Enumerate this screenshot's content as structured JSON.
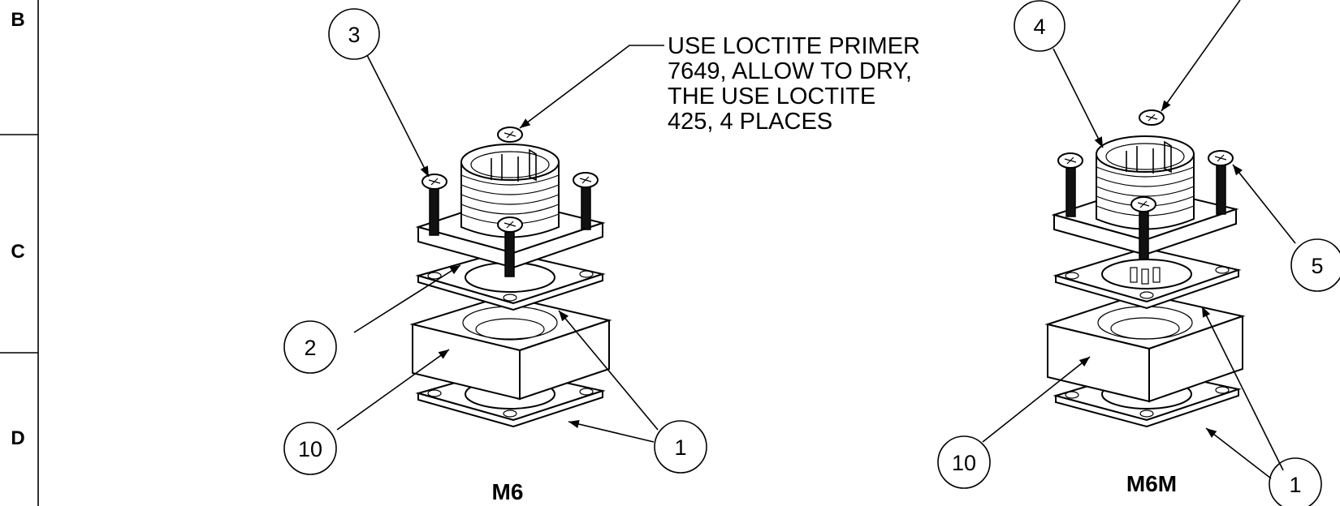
{
  "zones": [
    "B",
    "C",
    "D"
  ],
  "note": {
    "lines": [
      "USE LOCTITE PRIMER",
      "7649, ALLOW TO DRY,",
      "THE USE LOCTITE",
      "425, 4 PLACES"
    ]
  },
  "views": [
    {
      "label": "M6",
      "balloons": [
        "3",
        "2",
        "10",
        "1"
      ]
    },
    {
      "label": "M6M",
      "balloons": [
        "4",
        "5",
        "10",
        "1"
      ]
    }
  ]
}
